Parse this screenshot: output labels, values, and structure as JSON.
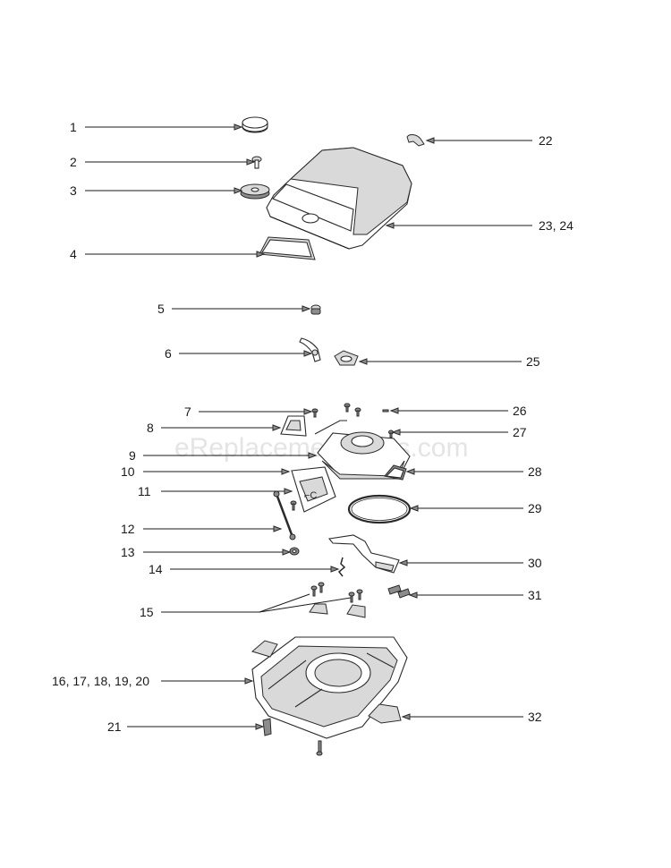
{
  "watermark": "eReplacementParts.com",
  "callouts": {
    "c1": "1",
    "c2": "2",
    "c3": "3",
    "c4": "4",
    "c5": "5",
    "c6": "6",
    "c7": "7",
    "c8": "8",
    "c9": "9",
    "c10": "10",
    "c11": "11",
    "c12": "12",
    "c13": "13",
    "c14": "14",
    "c15": "15",
    "c16_20": "16, 17, 18, 19, 20",
    "c21": "21",
    "c22": "22",
    "c23_24": "23, 24",
    "c25": "25",
    "c26": "26",
    "c27": "27",
    "c28": "28",
    "c29": "29",
    "c30": "30",
    "c31": "31",
    "c32": "32"
  }
}
